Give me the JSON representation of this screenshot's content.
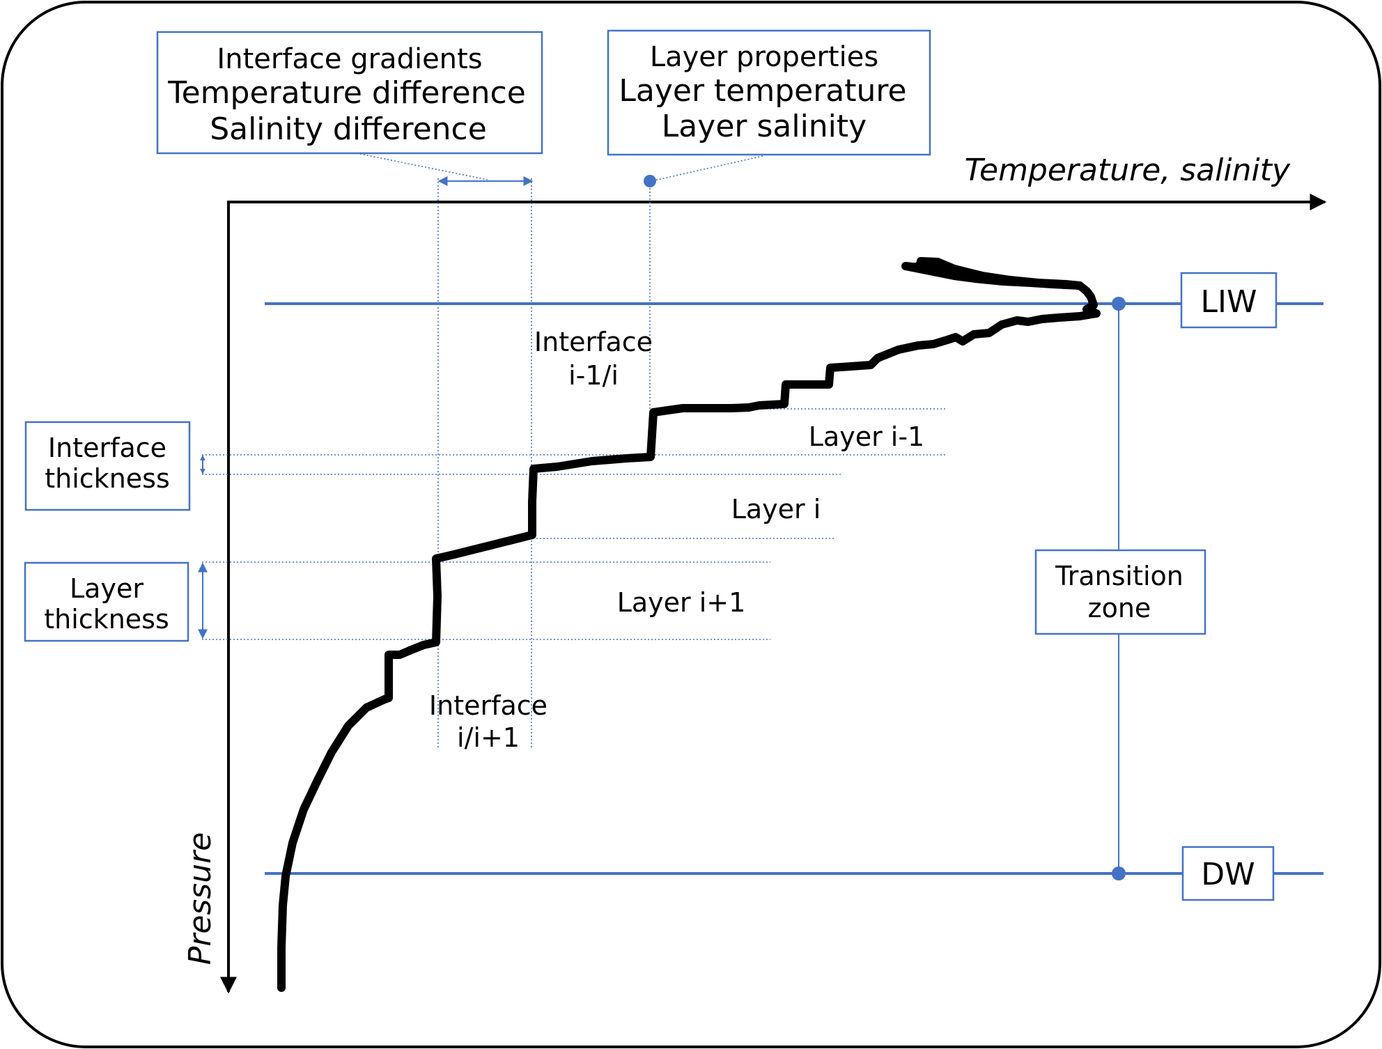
{
  "axes": {
    "x_label": "Temperature,  salinity",
    "y_label": "Pressure"
  },
  "boxes": {
    "interface_gradients": [
      "Interface gradients",
      "Temperature difference",
      "Salinity difference"
    ],
    "layer_properties": [
      "Layer properties",
      "Layer temperature",
      "Layer salinity"
    ],
    "interface_thickness": [
      "Interface",
      "thickness"
    ],
    "layer_thickness": [
      "Layer",
      "thickness"
    ],
    "transition_zone": [
      "Transition",
      "zone"
    ],
    "liw": "LIW",
    "dw": "DW"
  },
  "labels": {
    "interface_upper": [
      "Interface",
      "i-1/i"
    ],
    "interface_lower": [
      "Interface",
      "i/i+1"
    ],
    "layer_above": "Layer i-1",
    "layer_middle": "Layer i",
    "layer_below": "Layer i+1"
  },
  "colors": {
    "accent_blue": "#4472c4",
    "profile": "#000000",
    "background": "#ffffff"
  }
}
